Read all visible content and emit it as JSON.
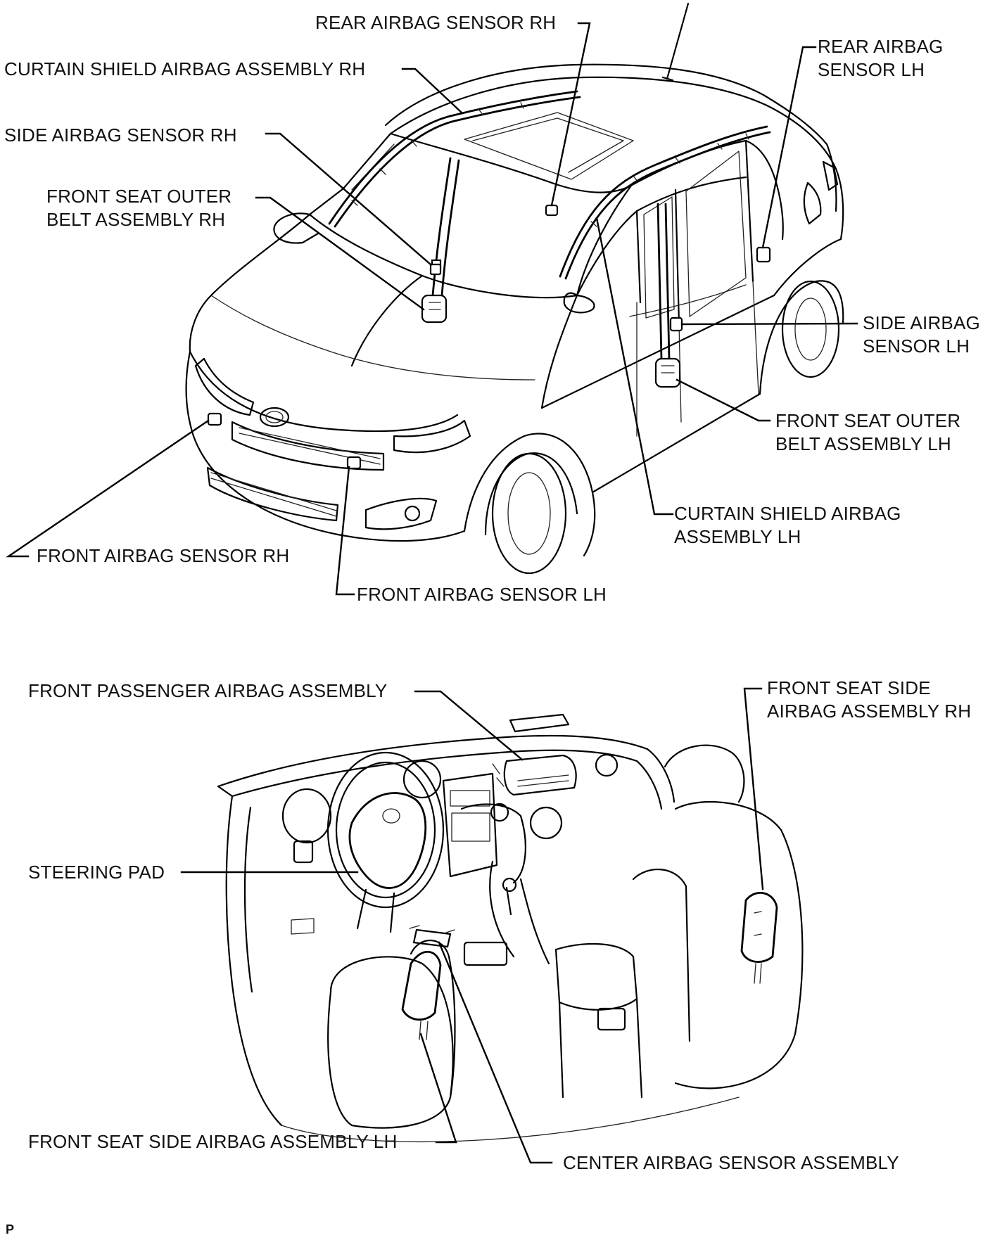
{
  "diagram": {
    "labels": {
      "rear_airbag_sensor_rh": "REAR AIRBAG SENSOR RH",
      "curtain_shield_airbag_rh": "CURTAIN SHIELD AIRBAG ASSEMBLY RH",
      "side_airbag_sensor_rh": "SIDE AIRBAG SENSOR RH",
      "front_seat_outer_belt_rh_1": "FRONT SEAT OUTER",
      "front_seat_outer_belt_rh_2": "BELT ASSEMBLY RH",
      "rear_airbag_sensor_lh_1": "REAR AIRBAG",
      "rear_airbag_sensor_lh_2": "SENSOR LH",
      "side_airbag_sensor_lh_1": "SIDE AIRBAG",
      "side_airbag_sensor_lh_2": "SENSOR LH",
      "front_seat_outer_belt_lh_1": "FRONT SEAT OUTER",
      "front_seat_outer_belt_lh_2": "BELT ASSEMBLY LH",
      "curtain_shield_airbag_lh_1": "CURTAIN SHIELD AIRBAG",
      "curtain_shield_airbag_lh_2": "ASSEMBLY LH",
      "front_airbag_sensor_rh": "FRONT AIRBAG SENSOR RH",
      "front_airbag_sensor_lh": "FRONT AIRBAG SENSOR LH",
      "front_passenger_airbag": "FRONT PASSENGER AIRBAG ASSEMBLY",
      "front_seat_side_airbag_rh_1": "FRONT SEAT SIDE",
      "front_seat_side_airbag_rh_2": "AIRBAG ASSEMBLY RH",
      "steering_pad": "STEERING PAD",
      "front_seat_side_airbag_lh": "FRONT SEAT SIDE AIRBAG ASSEMBLY  LH",
      "center_airbag_sensor": "CENTER AIRBAG SENSOR ASSEMBLY"
    },
    "corner_mark": "P"
  }
}
